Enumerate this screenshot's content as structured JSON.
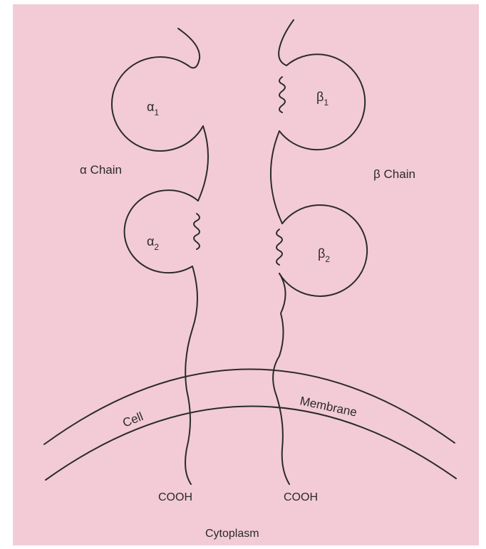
{
  "diagram": {
    "labels": {
      "alpha_chain": "α Chain",
      "beta_chain": "β Chain",
      "alpha1": {
        "base": "α",
        "sub": "1"
      },
      "alpha2": {
        "base": "α",
        "sub": "2"
      },
      "beta1": {
        "base": "β",
        "sub": "1"
      },
      "beta2": {
        "base": "β",
        "sub": "2"
      },
      "cell": "Cell",
      "membrane": "Membrane",
      "cooh_left": "COOH",
      "cooh_right": "COOH",
      "cytoplasm": "Cytoplasm"
    },
    "colors": {
      "background": "#f2cbd6",
      "border": "#ffffff",
      "line": "#2b2b2b"
    }
  }
}
